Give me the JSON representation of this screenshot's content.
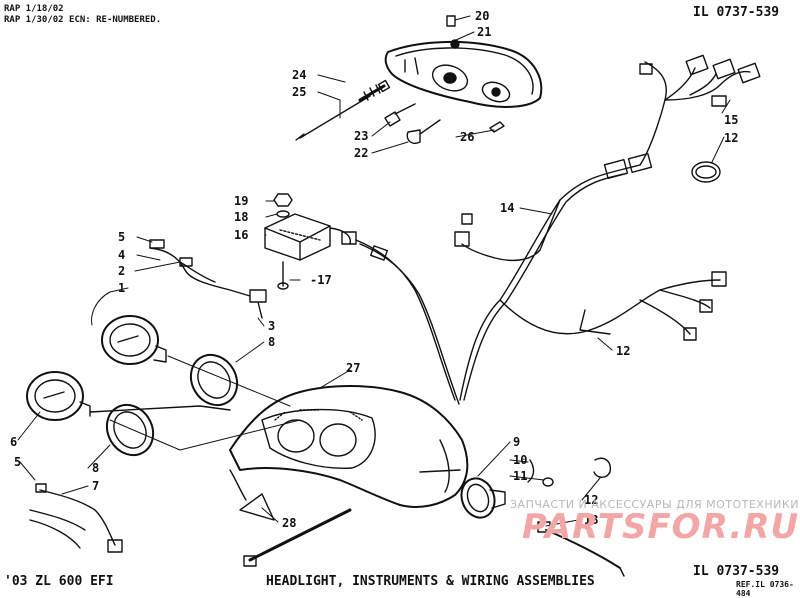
{
  "header": {
    "note1": "RAP 1/18/02",
    "note2": "RAP 1/30/02 ECN: RE-NUMBERED.",
    "illustration_id": "IL 0737-539"
  },
  "footer": {
    "model": "'03 ZL 600 EFI",
    "title": "HEADLIGHT, INSTRUMENTS & WIRING ASSEMBLIES",
    "illustration_id": "IL 0737-539",
    "ref": "REF.IL 0736-484"
  },
  "watermark": {
    "text": "ЗАПЧАСТИ И АКСЕССУАРЫ ДЛЯ МОТОТЕХНИКИ",
    "logo": "PARTSFOR.RU"
  },
  "callouts": [
    {
      "label": "20"
    },
    {
      "label": "21"
    },
    {
      "label": "24"
    },
    {
      "label": "25"
    },
    {
      "label": "23"
    },
    {
      "label": "22"
    },
    {
      "label": "26"
    },
    {
      "label": "15"
    },
    {
      "label": "12"
    },
    {
      "label": "14"
    },
    {
      "label": "19"
    },
    {
      "label": "18"
    },
    {
      "label": "16"
    },
    {
      "label": "-17"
    },
    {
      "label": "5"
    },
    {
      "label": "4"
    },
    {
      "label": "2"
    },
    {
      "label": "1"
    },
    {
      "label": "3"
    },
    {
      "label": "8"
    },
    {
      "label": "27"
    },
    {
      "label": "12"
    },
    {
      "label": "6"
    },
    {
      "label": "5"
    },
    {
      "label": "7"
    },
    {
      "label": "8"
    },
    {
      "label": "9"
    },
    {
      "label": "10"
    },
    {
      "label": "11"
    },
    {
      "label": "12"
    },
    {
      "label": "13"
    },
    {
      "label": "28"
    }
  ]
}
